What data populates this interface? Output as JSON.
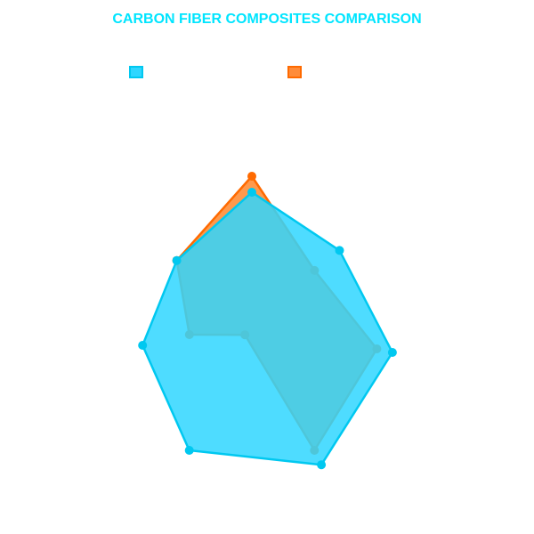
{
  "chart_data": {
    "type": "radar",
    "title": "CARBON FIBER COMPOSITES COMPARISON",
    "axes_count": 7,
    "rmax": 10,
    "series": [
      {
        "name": "",
        "values": [
          8,
          7,
          9,
          10,
          9,
          7,
          6
        ],
        "color": "#00c8f0",
        "fill": "#2fd6ff"
      },
      {
        "name": "",
        "values": [
          9,
          5,
          8,
          9,
          1,
          4,
          6
        ],
        "color": "#ff6a00",
        "fill": "#ff7f1f"
      }
    ],
    "title_color": "#00e5ff",
    "legend_position": "top"
  }
}
